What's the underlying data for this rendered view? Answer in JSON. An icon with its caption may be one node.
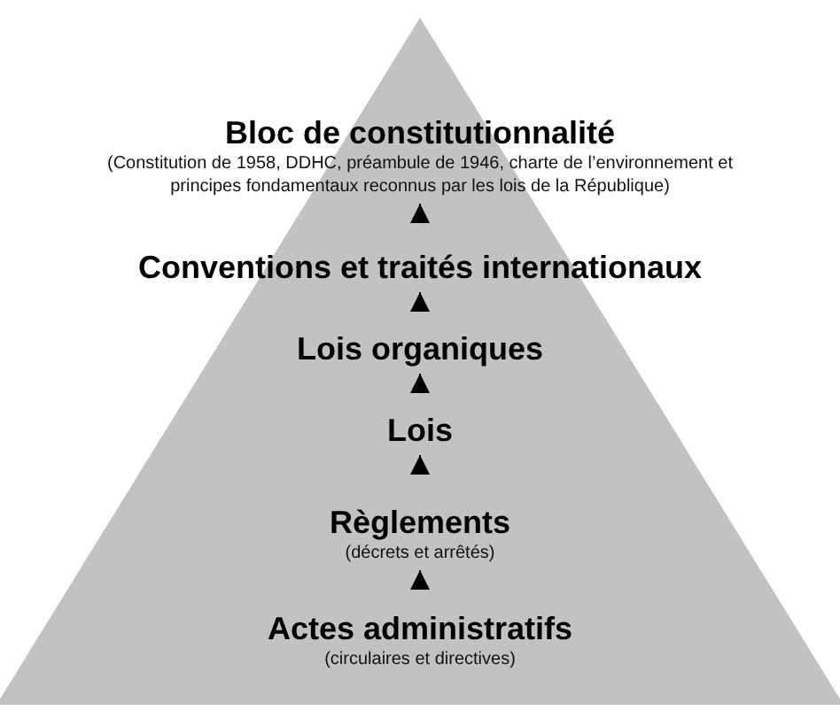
{
  "diagram": {
    "nodes": [
      {
        "text": [
          "Bloc de constitutionnalité",
          "(Constitution de 1958, DDHC, préambule de 1946, charte de l’environnement et principes fondamentaux reconnus par les lois de la République)"
        ]
      },
      {
        "text": [
          "Conventions et traités internationaux"
        ]
      },
      {
        "text": [
          "Lois organiques"
        ]
      },
      {
        "text": [
          "Lois"
        ]
      },
      {
        "text": [
          "Règlements",
          "(décrets et arrêtés)"
        ]
      },
      {
        "text": [
          "Actes administratifs",
          "(circulaires et directives)"
        ]
      }
    ],
    "edges": [
      {
        "from": 1,
        "to": 0,
        "arrow": "to"
      },
      {
        "from": 2,
        "to": 1,
        "arrow": "to"
      },
      {
        "from": 3,
        "to": 2,
        "arrow": "to"
      },
      {
        "from": 4,
        "to": 3,
        "arrow": "to"
      },
      {
        "from": 5,
        "to": 4,
        "arrow": "to"
      }
    ]
  }
}
